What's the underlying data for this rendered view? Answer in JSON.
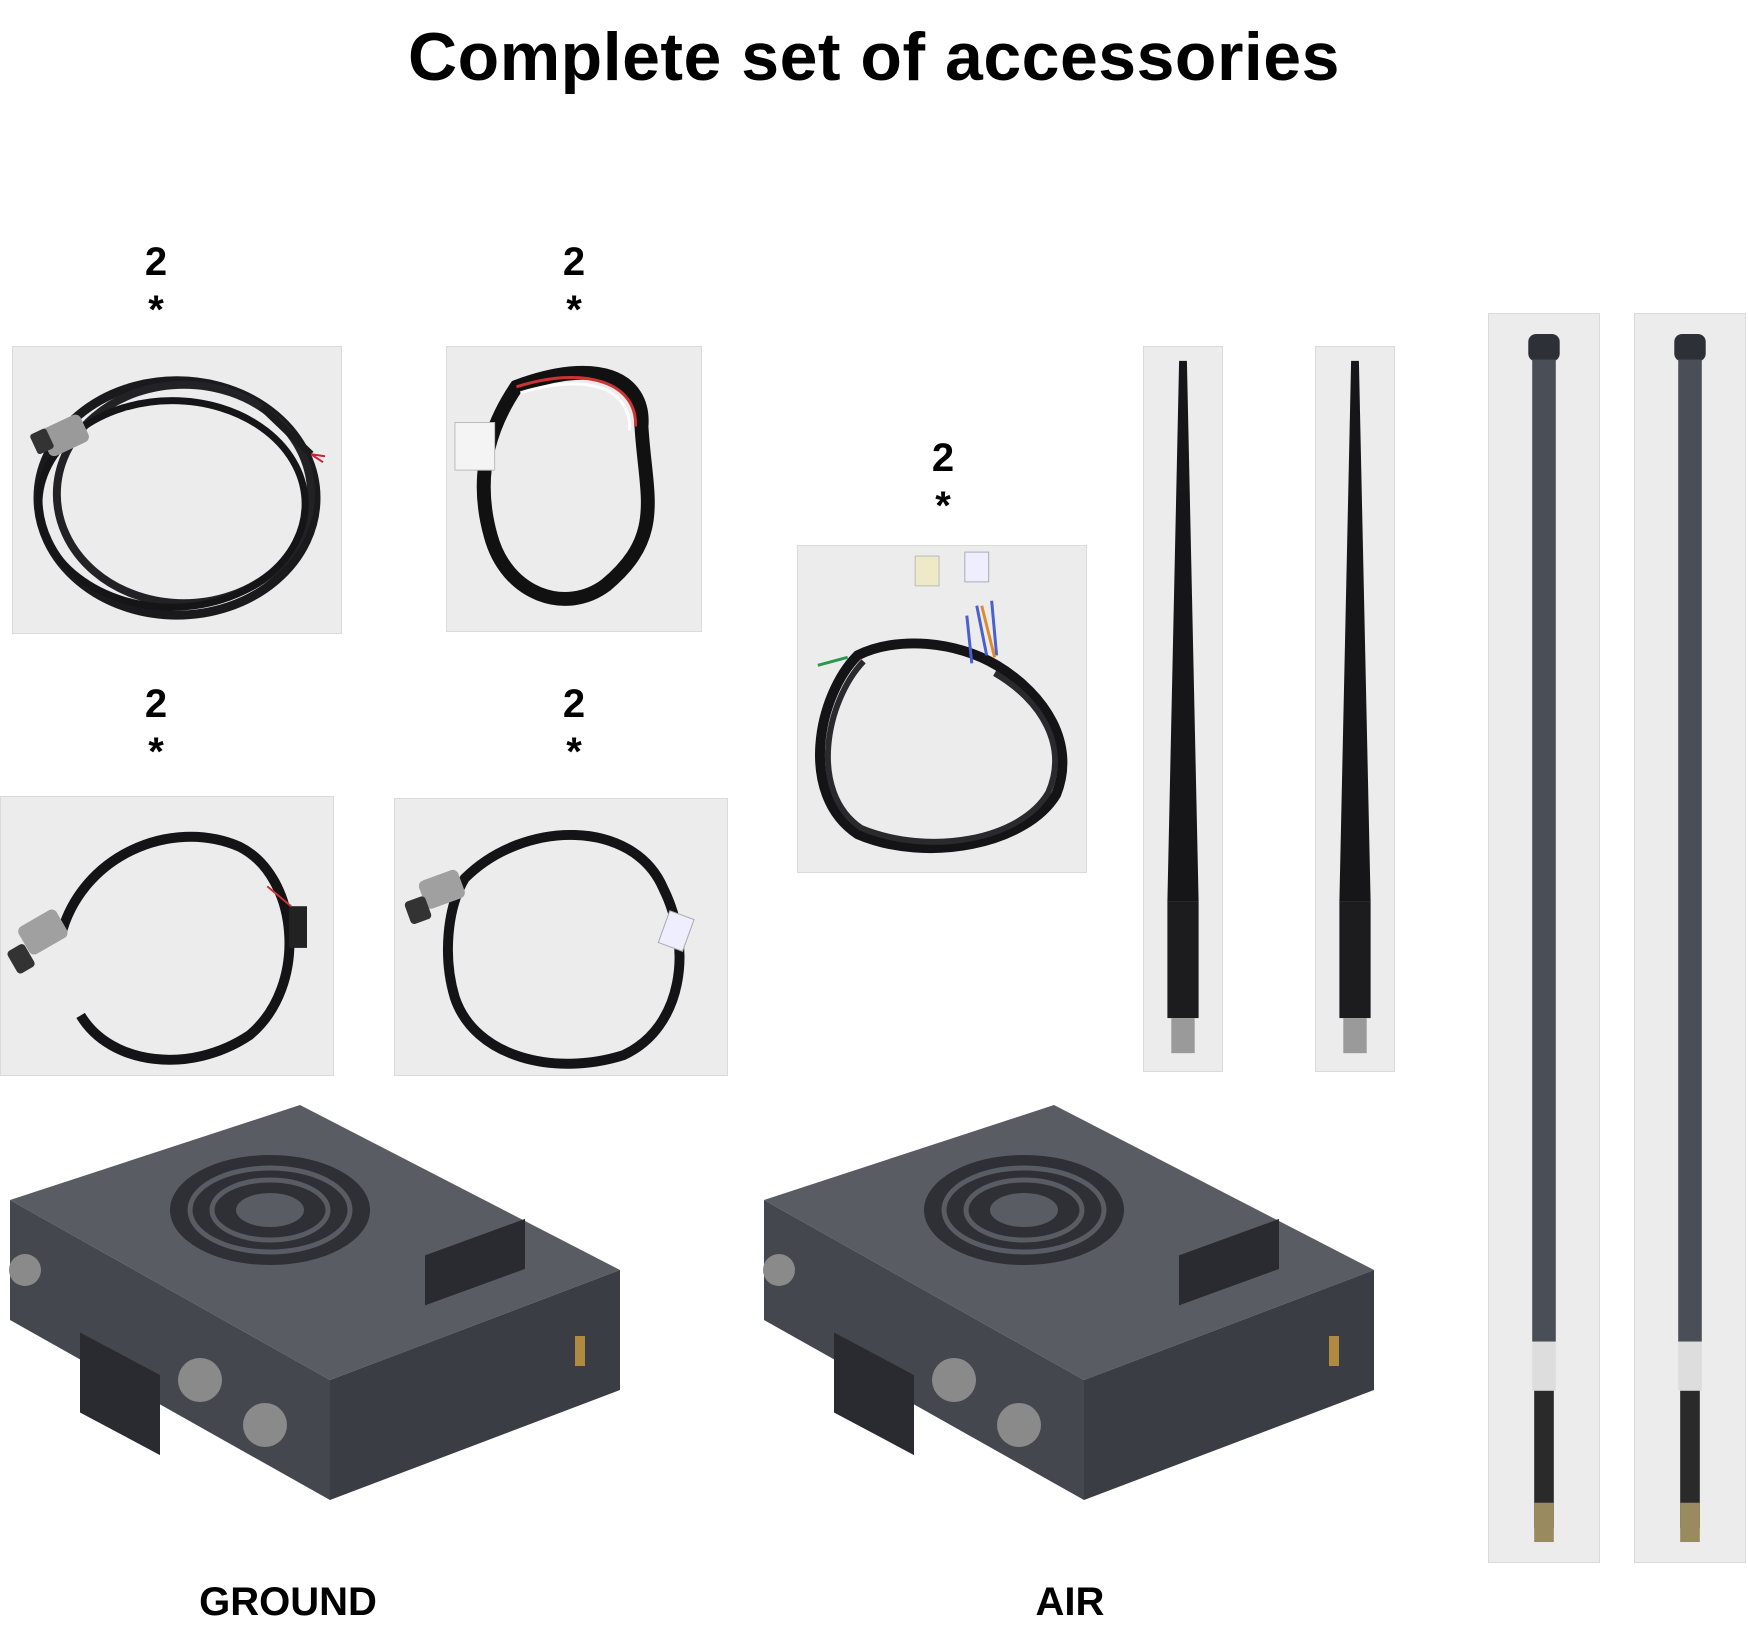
{
  "title": "Complete set of accessories",
  "quantities": {
    "cable_aviation_open": "2\n*",
    "cable_sbus": "2\n*",
    "cable_ethernet_twisted": "2\n*",
    "cable_aviation_dupont": "2\n*",
    "cable_aviation_rj45": "2\n*"
  },
  "qty_lines": {
    "number": "2",
    "star": "*"
  },
  "labels": {
    "ground": "GROUND",
    "air": "AIR"
  },
  "colors": {
    "cable": "#1a1a1c",
    "antenna_black": "#161618",
    "antenna_fiberglass": "#4a4f57",
    "device_body": "#4c4e56",
    "device_top": "#5a5c64",
    "photo_bg": "#ececec"
  },
  "icons": {
    "device_fan": "fan-grille-icon",
    "connector": "aviation-connector-icon",
    "sma": "sma-connector-icon"
  }
}
